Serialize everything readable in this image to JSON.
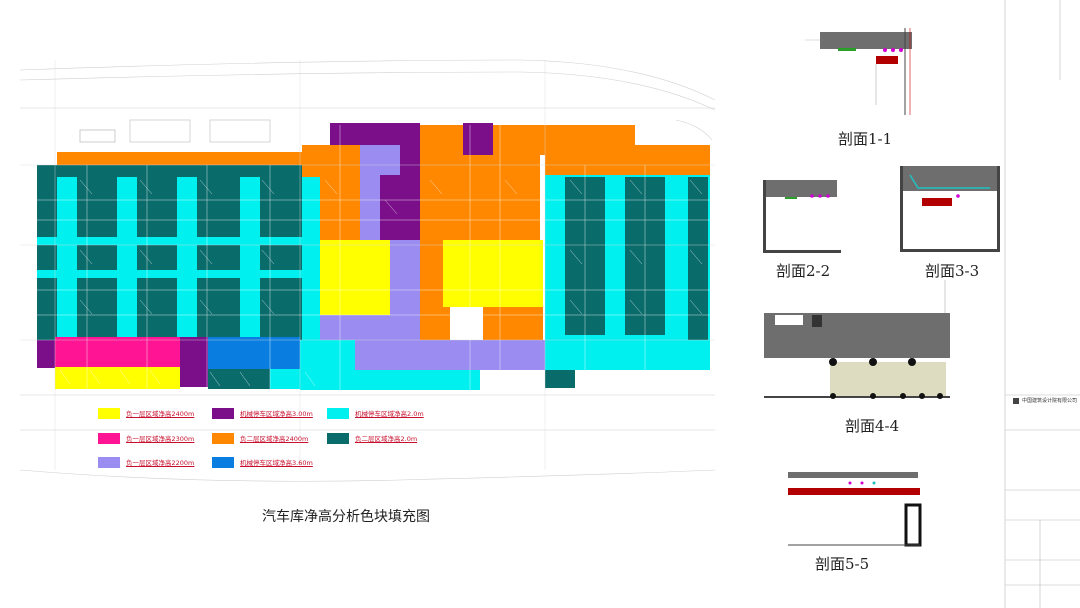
{
  "plan": {
    "title": "汽车库净高分析色块填充图",
    "legend": [
      {
        "label": "负一层区域净高2400m",
        "color": "#ffff00"
      },
      {
        "label": "负一层区域净高2300m",
        "color": "#ff1493"
      },
      {
        "label": "负一层区域净高2200m",
        "color": "#9a8cf0"
      },
      {
        "label": "机械停车区域净高3.00m",
        "color": "#7b0f8a"
      },
      {
        "label": "负二层区域净高2400m",
        "color": "#ff8800"
      },
      {
        "label": "机械停车区域净高3.60m",
        "color": "#0a7ee0"
      },
      {
        "label": "机械停车区域净高2.0m",
        "color": "#00f0f0"
      },
      {
        "label": "负二层区域净高2.0m",
        "color": "#0a6b6b"
      }
    ]
  },
  "sections": {
    "s11": "剖面1-1",
    "s22": "剖面2-2",
    "s33": "剖面3-3",
    "s44": "剖面4-4",
    "s55": "剖面5-5"
  },
  "title_block": {
    "company": "中国建筑设计院有限公司"
  }
}
